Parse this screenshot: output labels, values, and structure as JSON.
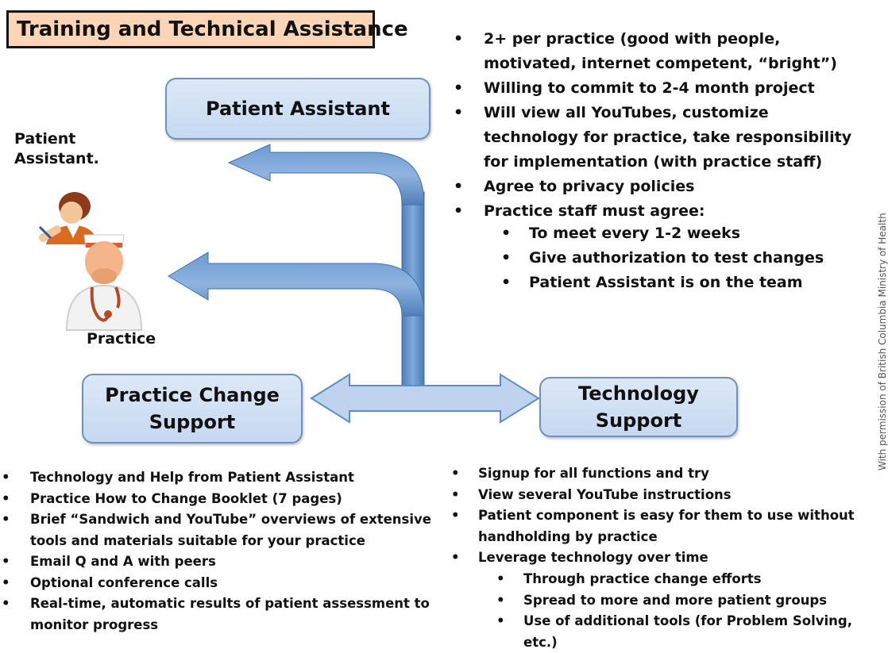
{
  "title": "Training and Technical Assistance",
  "nodes": {
    "patient_assistant": "Patient Assistant",
    "practice_change_support": "Practice Change Support",
    "technology_support": "Technology Support"
  },
  "labels": {
    "patient_assistant": "Patient Assistant.",
    "practice": "Practice"
  },
  "top_list": [
    "2+ per practice (good with people, motivated, internet competent, “bright”)",
    "Willing to commit to 2-4 month project",
    "Will view all YouTubes, customize technology for practice, take responsibility for implementation (with practice staff)",
    "Agree to privacy policies",
    "Practice staff must agree:"
  ],
  "top_sub_list": [
    "To meet every 1-2 weeks",
    "Give authorization to test changes",
    "Patient Assistant is on the team"
  ],
  "bottom_left_list": [
    "Technology and Help from Patient Assistant",
    "Practice How to Change Booklet (7 pages)",
    "Brief “Sandwich and YouTube” overviews of extensive tools and materials suitable for your practice",
    "Email Q and A with peers",
    "Optional conference calls",
    "Real-time, automatic results of patient assessment to monitor progress"
  ],
  "bottom_right_list": [
    "Signup for all functions and try",
    "View several YouTube instructions",
    "Patient component is easy for them to use without handholding by practice",
    "Leverage technology over time"
  ],
  "bottom_right_sub_list": [
    "Through practice change efforts",
    "Spread to more and more patient groups",
    "Use of additional tools (for Problem Solving, etc.)"
  ],
  "credit": "With permission of British Columbia Ministry of Health",
  "colors": {
    "title_fill": "#fbd5b5",
    "node_fill": "#c6d9f1",
    "node_border": "#6f91bd",
    "arrow_fill": "#5b8ec8"
  }
}
